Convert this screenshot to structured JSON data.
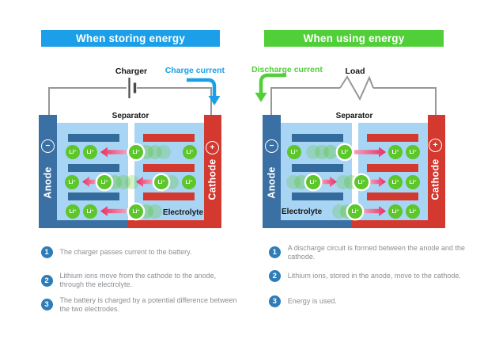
{
  "shared": {
    "li_ion_label": "Li⁺",
    "minus": "−",
    "plus": "+"
  },
  "left_panel": {
    "title": "When storing energy",
    "circuit": {
      "component_label": "Charger",
      "current_label": "Charge current"
    },
    "battery": {
      "separator_label": "Separator",
      "electrolyte_label": "Electrolyte",
      "anode_label": "Anode",
      "cathode_label": "Cathode"
    },
    "steps": [
      {
        "num": "1",
        "text": "The charger passes current to the battery."
      },
      {
        "num": "2",
        "text": "Lithium ions move from the cathode to the anode, through the electrolyte."
      },
      {
        "num": "3",
        "text": "The battery is charged by a potential difference between the two electrodes."
      }
    ]
  },
  "right_panel": {
    "title": "When using energy",
    "circuit": {
      "component_label": "Load",
      "current_label": "Discharge current"
    },
    "battery": {
      "separator_label": "Separator",
      "electrolyte_label": "Electrolyte",
      "anode_label": "Anode",
      "cathode_label": "Cathode"
    },
    "steps": [
      {
        "num": "1",
        "text": "A discharge circuit is formed between the anode and the cathode."
      },
      {
        "num": "2",
        "text": "Lithium ions, stored in the anode, move to the cathode."
      },
      {
        "num": "3",
        "text": "Energy is used."
      }
    ]
  },
  "colors": {
    "header_blue": "#1B9FE8",
    "header_green": "#50CF38",
    "anode_blue": "#3A70A3",
    "electrode_bar_blue": "#336C9C",
    "cathode_red": "#D4392F",
    "electrolyte_blue": "#A9D5F5",
    "lithium_green": "#5CC62B",
    "ion_arrow_pink": "#E82F63",
    "wire_gray": "#979797",
    "step_circle_blue": "#2E7CB8"
  }
}
